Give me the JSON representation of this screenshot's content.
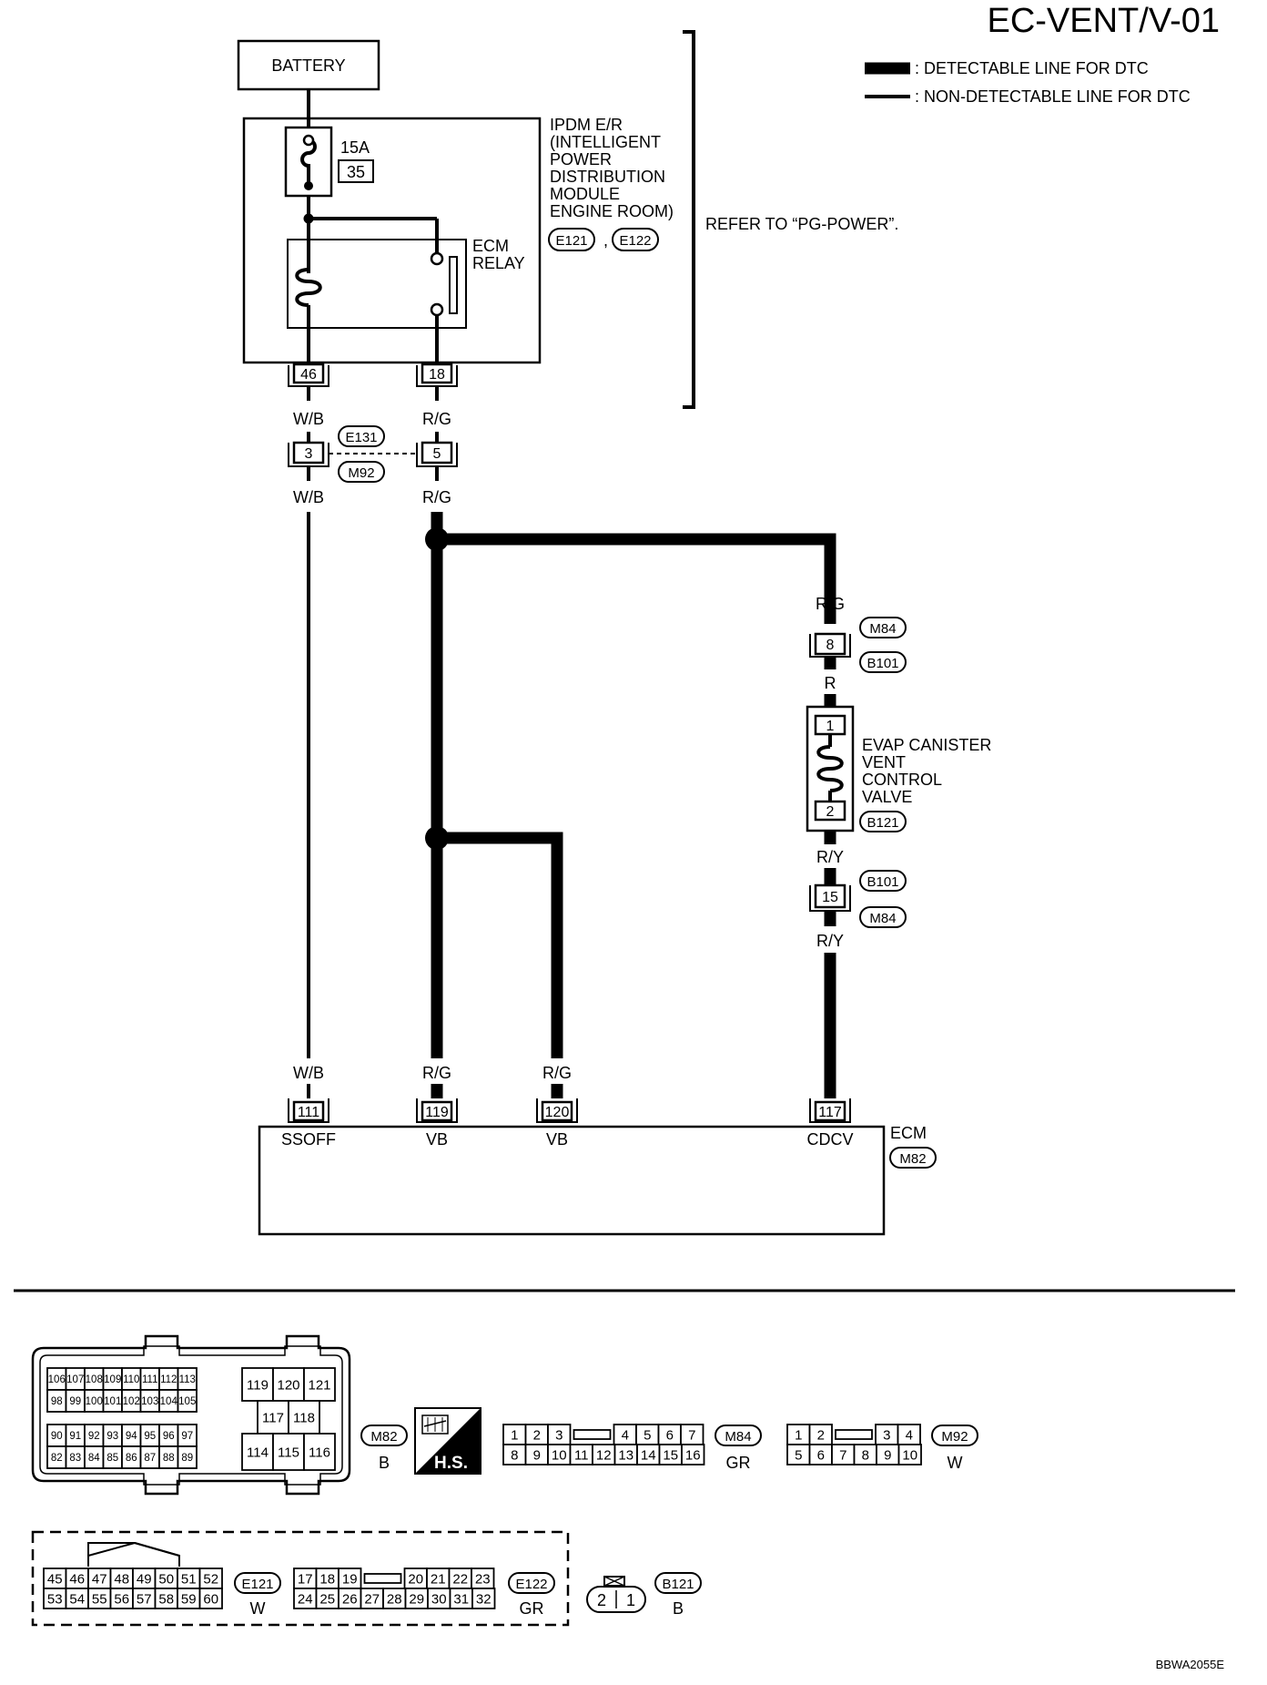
{
  "header": {
    "title": "EC-VENT/V-01",
    "legend": [
      {
        "kind": "thick",
        "label": ": DETECTABLE LINE FOR DTC"
      },
      {
        "kind": "thin",
        "label": ": NON-DETECTABLE LINE FOR DTC"
      }
    ]
  },
  "power": {
    "battery": "BATTERY",
    "fuse_rating": "15A",
    "fuse_number": "35",
    "ipdm_lines": [
      "IPDM E/R",
      "(INTELLIGENT",
      "POWER",
      "DISTRIBUTION",
      "MODULE",
      "ENGINE ROOM)"
    ],
    "ipdm_connectors": [
      "E121",
      "E122"
    ],
    "relay_lines": [
      "ECM",
      "RELAY"
    ],
    "refer_text": "REFER TO “PG-POWER”."
  },
  "wiring": {
    "pin_46": "46",
    "pin_18": "18",
    "wire_wb": "W/B",
    "wire_rg": "R/G",
    "wire_r": "R",
    "wire_ry": "R/Y",
    "pin_3": "3",
    "pin_5": "5",
    "conn_e131": "E131",
    "conn_m92": "M92",
    "pin_8": "8",
    "conn_m84": "M84",
    "conn_b101": "B101",
    "pin_15": "15",
    "valve_pin_1": "1",
    "valve_pin_2": "2",
    "valve_lines": [
      "EVAP CANISTER",
      "VENT",
      "CONTROL",
      "VALVE"
    ],
    "conn_b121": "B121"
  },
  "ecm": {
    "label": "ECM",
    "connector": "M82",
    "pins": [
      {
        "pin": "111",
        "name": "SSOFF",
        "wire": "W/B"
      },
      {
        "pin": "119",
        "name": "VB",
        "wire": "R/G"
      },
      {
        "pin": "120",
        "name": "VB",
        "wire": "R/G"
      },
      {
        "pin": "117",
        "name": "CDCV",
        "wire": "R/Y"
      }
    ]
  },
  "connectors": {
    "m82": {
      "id": "M82",
      "color": "B",
      "left_rows": [
        [
          "106",
          "107",
          "108",
          "109",
          "110",
          "111",
          "112",
          "113"
        ],
        [
          "98",
          "99",
          "100",
          "101",
          "102",
          "103",
          "104",
          "105"
        ],
        [
          "90",
          "91",
          "92",
          "93",
          "94",
          "95",
          "96",
          "97"
        ],
        [
          "82",
          "83",
          "84",
          "85",
          "86",
          "87",
          "88",
          "89"
        ]
      ],
      "right_top": [
        "119",
        "120",
        "121"
      ],
      "right_mid": [
        "117",
        "118"
      ],
      "right_bot": [
        "114",
        "115",
        "116"
      ]
    },
    "hs_label": "H.S.",
    "m84": {
      "id": "M84",
      "color": "GR",
      "top": [
        "1",
        "2",
        "3",
        "",
        "4",
        "5",
        "6",
        "7"
      ],
      "bottom": [
        "8",
        "9",
        "10",
        "11",
        "12",
        "13",
        "14",
        "15",
        "16"
      ]
    },
    "m92": {
      "id": "M92",
      "color": "W",
      "top": [
        "1",
        "2",
        "",
        "3",
        "4"
      ],
      "bottom": [
        "5",
        "6",
        "7",
        "8",
        "9",
        "10"
      ]
    },
    "e121": {
      "id": "E121",
      "color": "W",
      "top": [
        "45",
        "46",
        "47",
        "48",
        "49",
        "50",
        "51",
        "52"
      ],
      "bottom": [
        "53",
        "54",
        "55",
        "56",
        "57",
        "58",
        "59",
        "60"
      ]
    },
    "e122": {
      "id": "E122",
      "color": "GR",
      "top": [
        "17",
        "18",
        "19",
        "",
        "20",
        "21",
        "22",
        "23"
      ],
      "bottom": [
        "24",
        "25",
        "26",
        "27",
        "28",
        "29",
        "30",
        "31",
        "32"
      ]
    },
    "b121": {
      "id": "B121",
      "color": "B",
      "pins": [
        "2",
        "1"
      ]
    }
  },
  "footer": {
    "code": "BBWA2055E"
  }
}
